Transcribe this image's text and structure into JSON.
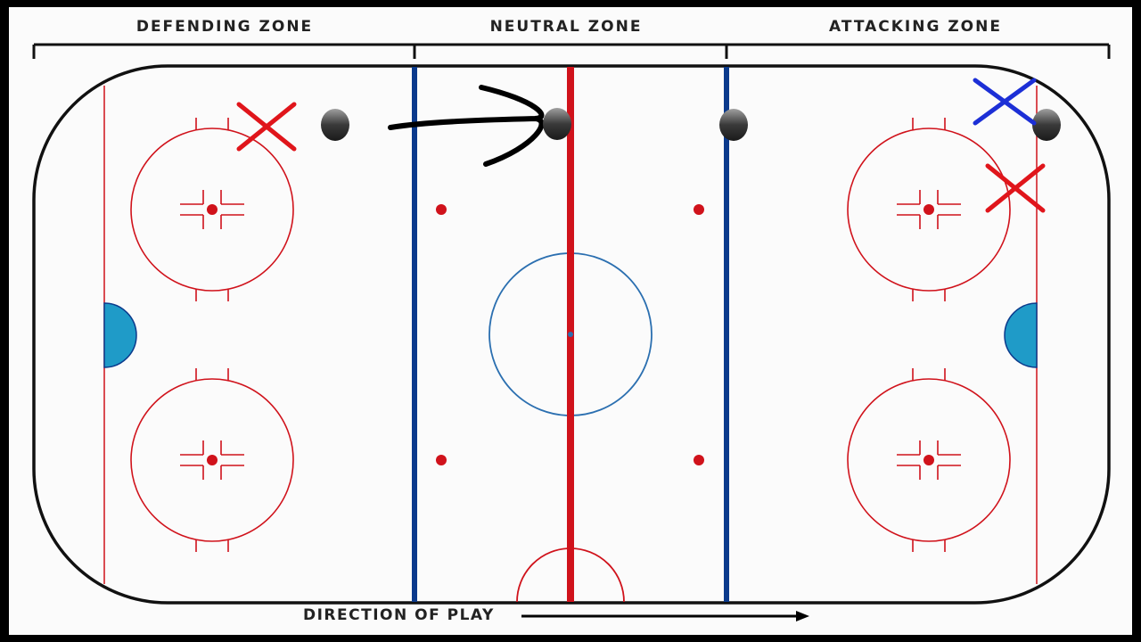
{
  "zones": {
    "defending": "DEFENDING ZONE",
    "neutral": "NEUTRAL ZONE",
    "attacking": "ATTACKING ZONE"
  },
  "direction_label": "DIRECTION OF PLAY",
  "colors": {
    "red_line": "#d0121b",
    "blue_line": "#0b3a8c",
    "faceoff_red": "#d0121b",
    "center_circle": "#2b6fb0",
    "crease": "#1f9bc8",
    "player_red": "#e0151b",
    "player_blue": "#1c2fd6",
    "puck": "#3a3a3a",
    "ice": "#fbfbfb",
    "boards": "#111111"
  },
  "icons": {
    "defender": "x-mark-icon",
    "puck": "puck-icon",
    "arrow": "curved-arrow-icon"
  }
}
